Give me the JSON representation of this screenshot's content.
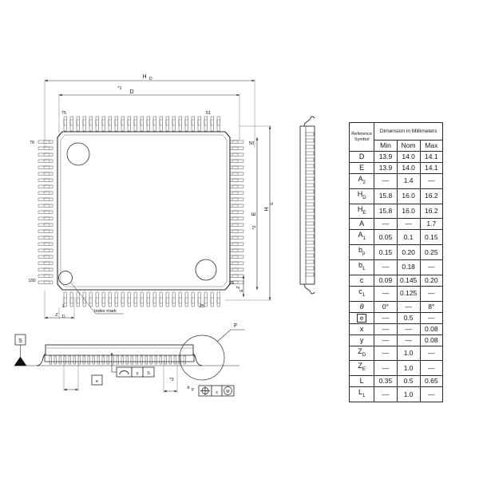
{
  "drawing": {
    "title": "QFP-100 package outline drawing",
    "top_view": {
      "dim_hd": "H",
      "dim_hd_sub": "D",
      "dim_d": "D",
      "note_1": "*1",
      "dim_he": "H",
      "dim_he_sub": "E",
      "dim_e": "E",
      "note_2": "*2",
      "dim_zd": "Z",
      "dim_zd_sub": "D",
      "dim_ze": "Z",
      "dim_ze_sub": "E",
      "index_mark": "Index mark",
      "pins": {
        "top_left": "75",
        "top_right": "51",
        "left_top": "76",
        "left_bottom": "100",
        "right_top": "50",
        "right_bottom": "26",
        "bottom_left": "1",
        "bottom_right": "25"
      }
    },
    "bottom_view": {
      "datum_s": "S",
      "detail_f": "F",
      "note_3": "*3",
      "dim_e_box": "e",
      "dim_bp": "b",
      "dim_bp_sub": "p",
      "gdt_profile": {
        "symbol": "profile-arch",
        "tol": "y",
        "datum": "S"
      },
      "gdt_position": {
        "symbol": "position-circle-cross",
        "tol": "x",
        "modifier": "M"
      }
    }
  },
  "table": {
    "header": {
      "reference": "Reference",
      "symbol": "Symbol",
      "dimension": "Dimension in Millimeters",
      "min": "Min",
      "nom": "Nom",
      "max": "Max"
    },
    "dash": "—",
    "rows": [
      {
        "symbol": "D",
        "sub": "",
        "min": "13.9",
        "nom": "14.0",
        "max": "14.1"
      },
      {
        "symbol": "E",
        "sub": "",
        "min": "13.9",
        "nom": "14.0",
        "max": "14.1"
      },
      {
        "symbol": "A",
        "sub": "2",
        "min": "—",
        "nom": "1.4",
        "max": "—"
      },
      {
        "symbol": "H",
        "sub": "D",
        "min": "15.8",
        "nom": "16.0",
        "max": "16.2"
      },
      {
        "symbol": "H",
        "sub": "E",
        "min": "15.8",
        "nom": "16.0",
        "max": "16.2"
      },
      {
        "symbol": "A",
        "sub": "",
        "min": "—",
        "nom": "—",
        "max": "1.7"
      },
      {
        "symbol": "A",
        "sub": "1",
        "min": "0.05",
        "nom": "0.1",
        "max": "0.15"
      },
      {
        "symbol": "b",
        "sub": "p",
        "min": "0.15",
        "nom": "0.20",
        "max": "0.25"
      },
      {
        "symbol": "b",
        "sub": "1",
        "min": "—",
        "nom": "0.18",
        "max": "—"
      },
      {
        "symbol": "c",
        "sub": "",
        "min": "0.09",
        "nom": "0.145",
        "max": "0.20"
      },
      {
        "symbol": "c",
        "sub": "1",
        "min": "—",
        "nom": "0.125",
        "max": "—"
      },
      {
        "symbol": "θ",
        "sub": "",
        "min": "0°",
        "nom": "—",
        "max": "8°"
      },
      {
        "symbol": "e",
        "sub": "",
        "min": "—",
        "nom": "0.5",
        "max": "—",
        "boxed": true
      },
      {
        "symbol": "x",
        "sub": "",
        "min": "—",
        "nom": "—",
        "max": "0.08"
      },
      {
        "symbol": "y",
        "sub": "",
        "min": "—",
        "nom": "—",
        "max": "0.08"
      },
      {
        "symbol": "Z",
        "sub": "D",
        "min": "—",
        "nom": "1.0",
        "max": "—"
      },
      {
        "symbol": "Z",
        "sub": "E",
        "min": "—",
        "nom": "1.0",
        "max": "—"
      },
      {
        "symbol": "L",
        "sub": "",
        "min": "0.35",
        "nom": "0.5",
        "max": "0.65"
      },
      {
        "symbol": "L",
        "sub": "1",
        "min": "—",
        "nom": "1.0",
        "max": "—"
      }
    ]
  },
  "colors": {
    "line": "#2b2b2b",
    "thin": "#6d6d6d",
    "fill": "#ffffff",
    "lead": "#444444"
  }
}
